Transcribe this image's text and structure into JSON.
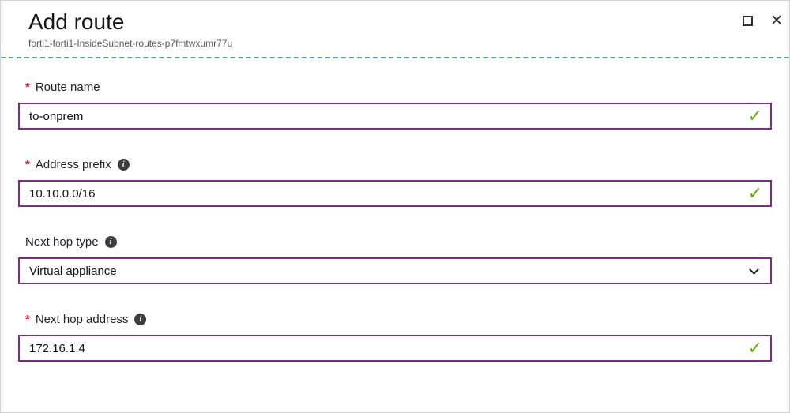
{
  "header": {
    "title": "Add route",
    "subtitle": "forti1-forti1-InsideSubnet-routes-p7fmtwxumr77u"
  },
  "required_mark": "*",
  "icons": {
    "info": "i",
    "checkmark": "✓",
    "close": "✕"
  },
  "fields": [
    {
      "label": "Route name",
      "value": "to-onprem",
      "required": true,
      "valid": true
    },
    {
      "label": "Address prefix",
      "value": "10.10.0.0/16",
      "required": true,
      "valid": true
    },
    {
      "label": "Next hop type",
      "value": "Virtual appliance",
      "required": false
    },
    {
      "label": "Next hop address",
      "value": "172.16.1.4",
      "required": true,
      "valid": true
    }
  ],
  "colors": {
    "input_border": "#7b2d86",
    "valid_green": "#5db300",
    "required_red": "#e00b1e",
    "divider_blue": "#45a7e0"
  }
}
